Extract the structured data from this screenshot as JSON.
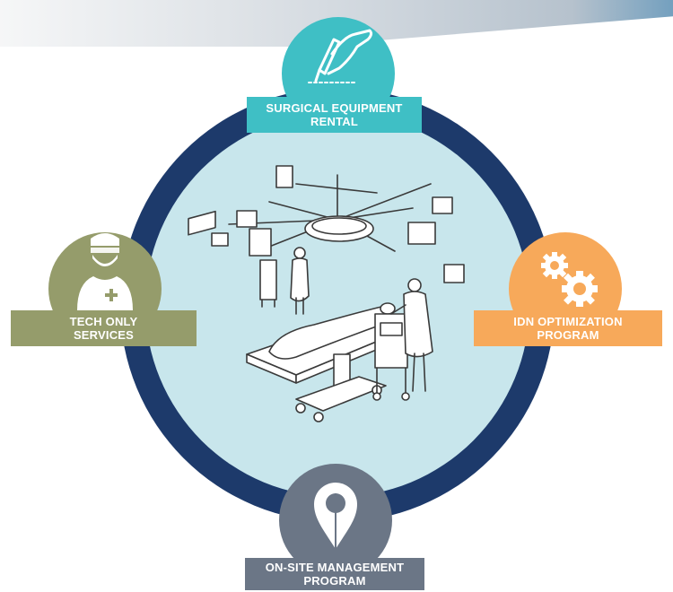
{
  "colors": {
    "ring": "#1d3a6b",
    "center_fill": "#c8e6ec",
    "surgical": "#3fbfc5",
    "tech": "#959c6b",
    "idn": "#f7a95a",
    "onsite": "#6b7686"
  },
  "nodes": {
    "surgical_equipment_rental": {
      "line1": "SURGICAL EQUIPMENT",
      "line2": "RENTAL",
      "icon": "hand-pen-icon"
    },
    "tech_only_services": {
      "line1": "TECH ONLY",
      "line2": "SERVICES",
      "icon": "medic-icon"
    },
    "idn_optimization_program": {
      "line1": "IDN OPTIMIZATION",
      "line2": "PROGRAM",
      "icon": "gears-icon"
    },
    "onsite_management_program": {
      "line1": "ON-SITE MANAGEMENT",
      "line2": "PROGRAM",
      "icon": "map-pin-icon"
    }
  },
  "center": {
    "illustration": "operating-room-illustration"
  }
}
